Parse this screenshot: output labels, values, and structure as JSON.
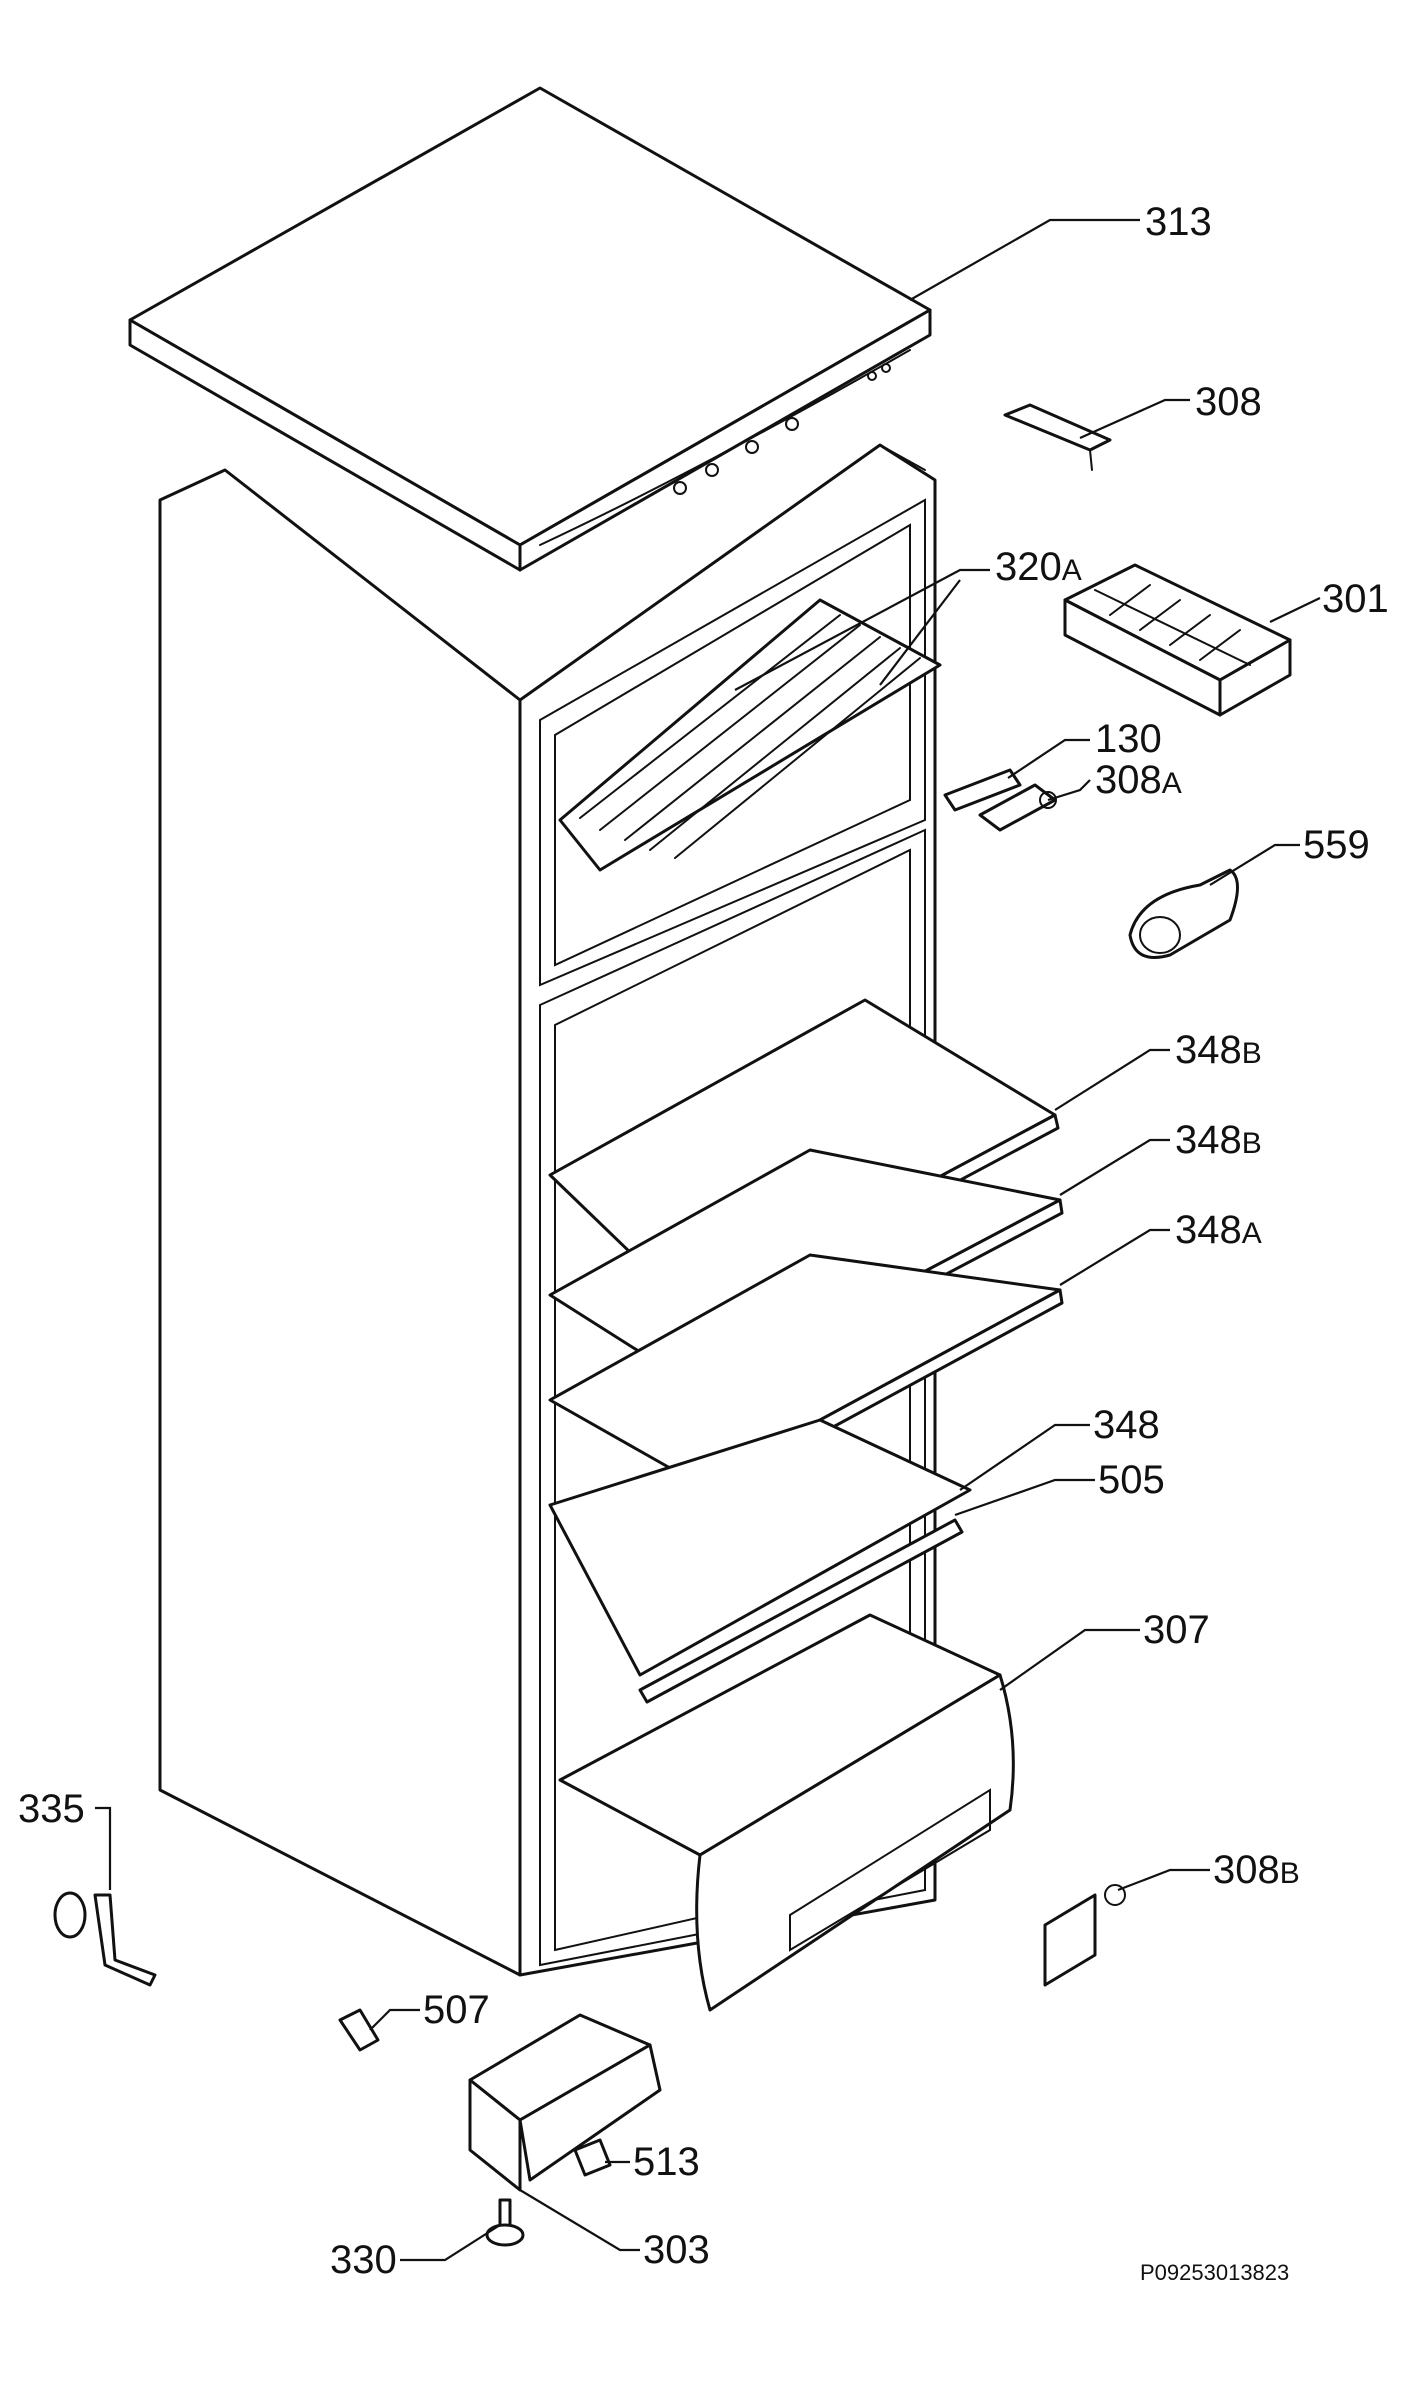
{
  "diagram": {
    "drawing_code": "P09253013823",
    "callouts": [
      {
        "id": "313",
        "num": "313",
        "suffix": ""
      },
      {
        "id": "308",
        "num": "308",
        "suffix": ""
      },
      {
        "id": "320A",
        "num": "320",
        "suffix": "A"
      },
      {
        "id": "301",
        "num": "301",
        "suffix": ""
      },
      {
        "id": "130",
        "num": "130",
        "suffix": ""
      },
      {
        "id": "308A",
        "num": "308",
        "suffix": "A"
      },
      {
        "id": "559",
        "num": "559",
        "suffix": ""
      },
      {
        "id": "348B-1",
        "num": "348",
        "suffix": "B"
      },
      {
        "id": "348B-2",
        "num": "348",
        "suffix": "B"
      },
      {
        "id": "348A",
        "num": "348",
        "suffix": "A"
      },
      {
        "id": "348",
        "num": "348",
        "suffix": ""
      },
      {
        "id": "505",
        "num": "505",
        "suffix": ""
      },
      {
        "id": "307",
        "num": "307",
        "suffix": ""
      },
      {
        "id": "335",
        "num": "335",
        "suffix": ""
      },
      {
        "id": "308B",
        "num": "308",
        "suffix": "B"
      },
      {
        "id": "507",
        "num": "507",
        "suffix": ""
      },
      {
        "id": "513",
        "num": "513",
        "suffix": ""
      },
      {
        "id": "303",
        "num": "303",
        "suffix": ""
      },
      {
        "id": "330",
        "num": "330",
        "suffix": ""
      }
    ]
  }
}
